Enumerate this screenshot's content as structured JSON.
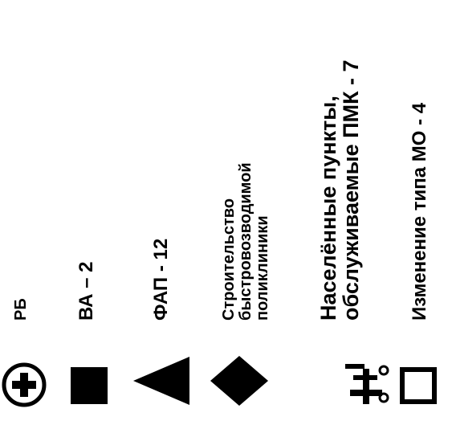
{
  "legend": {
    "items": [
      {
        "icon": "hospital-plus-icon",
        "label": "РБ"
      },
      {
        "icon": "filled-square-icon",
        "label": "ВА – 2"
      },
      {
        "icon": "filled-triangle-icon",
        "label": "ФАП - 12"
      },
      {
        "icon": "filled-diamond-icon",
        "label_lines": [
          "Строительство",
          "быстровозводимой",
          "поликлиники"
        ]
      },
      {
        "icon": "mobile-unit-icon",
        "label_lines": [
          "Населённые пункты,",
          "обслуживаемые ПМК - 7"
        ]
      },
      {
        "icon": "outline-square-icon",
        "label": "Изменение типа МО - 4"
      }
    ]
  }
}
